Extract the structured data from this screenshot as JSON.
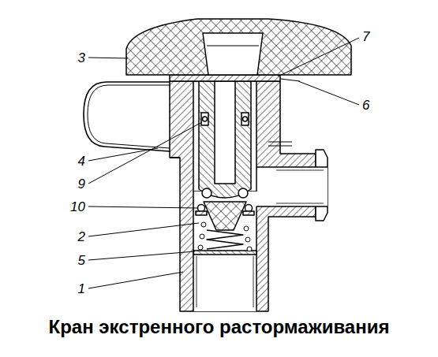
{
  "diagram": {
    "caption": "Кран экстренного растормаживания",
    "labels": [
      "3",
      "7",
      "6",
      "4",
      "9",
      "10",
      "2",
      "5",
      "1"
    ]
  }
}
